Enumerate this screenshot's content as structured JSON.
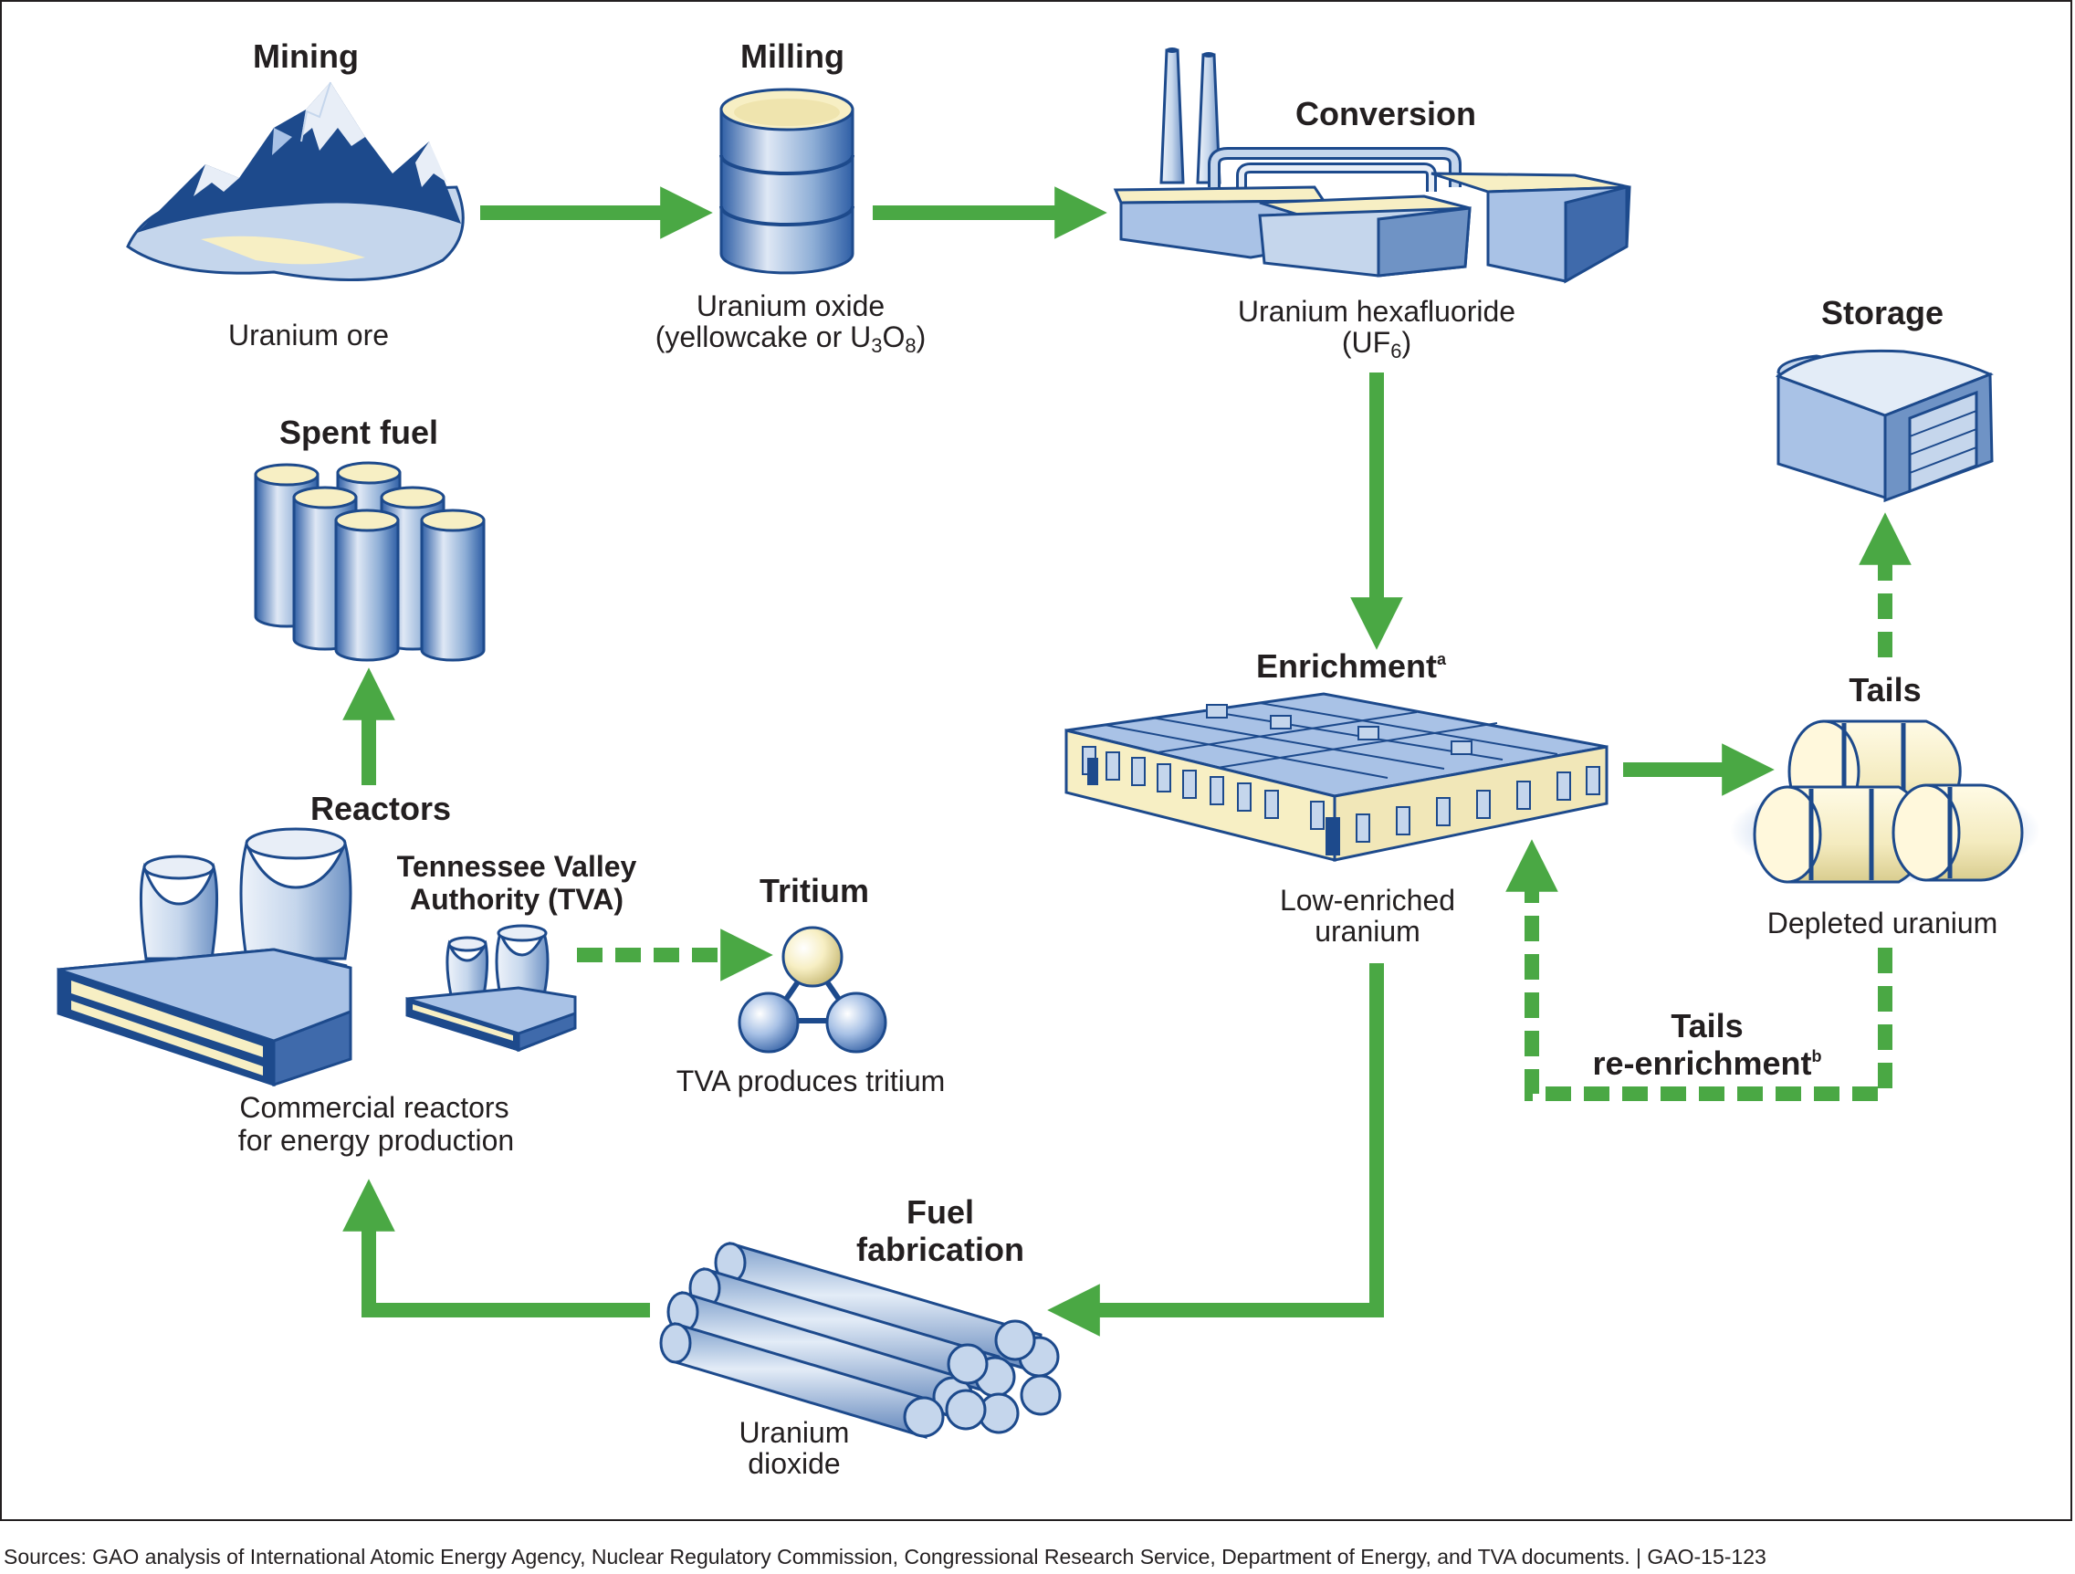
{
  "stages": {
    "mining": {
      "heading": "Mining",
      "label": "Uranium ore"
    },
    "milling": {
      "heading": "Milling",
      "label_line1": "Uranium oxide",
      "label_line2_prefix": "(yellowcake or U",
      "sub1": "3",
      "mid": "O",
      "sub2": "8",
      "label_line2_suffix": ")"
    },
    "conversion": {
      "heading": "Conversion",
      "label_line1": "Uranium hexafluoride",
      "label_line2_prefix": "(UF",
      "sub": "6",
      "label_line2_suffix": ")"
    },
    "storage": {
      "heading": "Storage"
    },
    "spent_fuel": {
      "heading": "Spent fuel"
    },
    "enrichment": {
      "heading": "Enrichment",
      "note": "a",
      "label_line1": "Low-enriched",
      "label_line2": "uranium"
    },
    "tails": {
      "heading": "Tails",
      "label": "Depleted uranium"
    },
    "reactors": {
      "heading": "Reactors",
      "label_line1": "Commercial reactors",
      "label_line2": "for energy production"
    },
    "tva": {
      "heading_line1": "Tennessee Valley",
      "heading_line2": "Authority (TVA)"
    },
    "tritium": {
      "heading": "Tritium",
      "label": "TVA produces tritium"
    },
    "tails_reenrichment": {
      "heading_line1": "Tails",
      "heading_line2": "re-enrichment",
      "note": "b"
    },
    "fuel_fabrication": {
      "heading_line1": "Fuel",
      "heading_line2": "fabrication",
      "label_line1": "Uranium",
      "label_line2": "dioxide"
    }
  },
  "sources": "Sources: GAO analysis of International Atomic Energy Agency, Nuclear Regulatory Commission, Congressional Research Service, Department of Energy, and TVA documents.  |  GAO-15-123",
  "colors": {
    "arrow": "#4aa844",
    "ink": "#231f20",
    "navy": "#1d4a8c",
    "steel": "#7fa0cc",
    "light_blue": "#c5d6ec",
    "cream": "#f7efc4"
  }
}
